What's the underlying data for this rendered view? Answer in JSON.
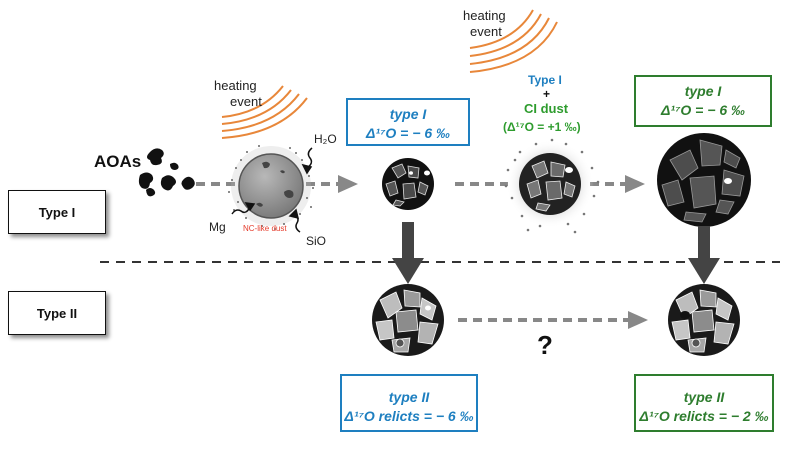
{
  "labels": {
    "aoas": "AOAs",
    "heating_event_1a": "heating",
    "heating_event_1b": "event",
    "heating_event_2a": "heating",
    "heating_event_2b": "event",
    "h2o": "H₂O",
    "mg": "Mg",
    "sio": "SiO",
    "nc_dust": "NC-like dust",
    "question": "?",
    "mix_line1": "Type I",
    "mix_plus": "+",
    "mix_line2": "CI dust",
    "mix_line3": "(Δ¹⁷O = +1 ‰)"
  },
  "rows": {
    "type1": "Type I",
    "type2": "Type II"
  },
  "boxes": {
    "b1_line1": "type I",
    "b1_line2": "Δ¹⁷O = − 6 ‰",
    "b2_line1": "type I",
    "b2_line2": "Δ¹⁷O = − 6 ‰",
    "b3_line1": "type II",
    "b3_line2": "Δ¹⁷O relicts = − 6 ‰",
    "b4_line1": "type II",
    "b4_line2": "Δ¹⁷O relicts = − 2 ‰"
  },
  "colors": {
    "blue": "#1e7fc0",
    "green": "#2e7d2e",
    "heat": "#e8873a",
    "nc_red": "#e53a2a"
  }
}
